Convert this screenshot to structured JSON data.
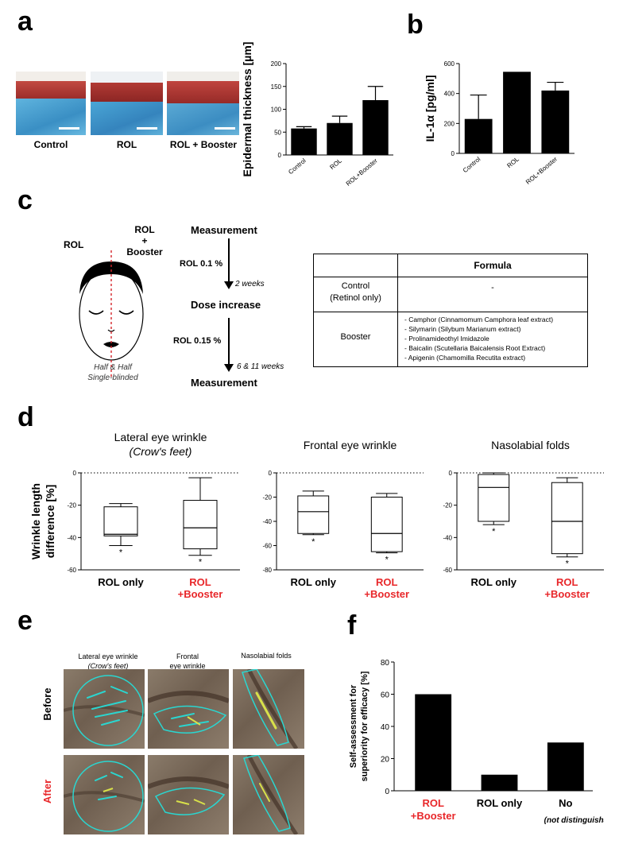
{
  "panels": {
    "a": "a",
    "b": "b",
    "c": "c",
    "d": "d",
    "e": "e",
    "f": "f"
  },
  "panel_a": {
    "image_labels": [
      "Control",
      "ROL",
      "ROL + Booster"
    ]
  },
  "colors": {
    "histo_red": "#a8322e",
    "histo_blue": "#3f9fcf",
    "bar": "#000000",
    "highlight_red": "#e8272a",
    "cyan_outline": "#2ad6d0"
  },
  "chart_data": [
    {
      "id": "epidermal-thickness",
      "type": "bar",
      "ylabel": "Epidermal thickness [µm]",
      "categories": [
        "Control",
        "ROL",
        "ROL+Booster"
      ],
      "values": [
        58,
        70,
        120
      ],
      "errors": [
        4,
        15,
        30
      ],
      "ylim": [
        0,
        200
      ],
      "yticks": [
        0,
        50,
        100,
        150,
        200
      ],
      "grid": false
    },
    {
      "id": "il1a",
      "type": "bar",
      "ylabel": "IL-1α [pg/ml]",
      "categories": [
        "Control",
        "ROL",
        "ROL+Booster"
      ],
      "values": [
        230,
        545,
        420
      ],
      "errors": [
        160,
        0,
        55
      ],
      "ylim": [
        0,
        600
      ],
      "yticks": [
        0,
        200,
        400,
        600
      ],
      "grid": false
    },
    {
      "id": "lateral-eye",
      "type": "box",
      "title": "Lateral eye wrinkle",
      "subtitle": "(Crow's feet)",
      "ylabel": "Wrinkle length difference [%]",
      "categories": [
        "ROL only",
        "ROL +Booster"
      ],
      "boxes": [
        {
          "min": -45,
          "q1": -39,
          "median": -38,
          "q3": -21,
          "max": -19
        },
        {
          "min": -51,
          "q1": -47,
          "median": -34,
          "q3": -17,
          "max": -3
        }
      ],
      "significance": [
        "*",
        "*"
      ],
      "ylim": [
        -60,
        0
      ],
      "yticks": [
        0,
        -20,
        -40,
        -60
      ]
    },
    {
      "id": "frontal-eye",
      "type": "box",
      "title": "Frontal eye wrinkle",
      "categories": [
        "ROL only",
        "ROL +Booster"
      ],
      "boxes": [
        {
          "min": -51,
          "q1": -50,
          "median": -32,
          "q3": -19,
          "max": -15
        },
        {
          "min": -66,
          "q1": -65,
          "median": -50,
          "q3": -20,
          "max": -17
        }
      ],
      "significance": [
        "*",
        "*"
      ],
      "ylim": [
        -80,
        0
      ],
      "yticks": [
        0,
        -20,
        -40,
        -60,
        -80
      ]
    },
    {
      "id": "nasolabial",
      "type": "box",
      "title": "Nasolabial folds",
      "categories": [
        "ROL only",
        "ROL +Booster"
      ],
      "boxes": [
        {
          "min": -32,
          "q1": -30,
          "median": -9,
          "q3": -1,
          "max": 0
        },
        {
          "min": -52,
          "q1": -50,
          "median": -30,
          "q3": -6,
          "max": -3
        }
      ],
      "significance": [
        "*",
        "*"
      ],
      "ylim": [
        -60,
        0
      ],
      "yticks": [
        0,
        -20,
        -40,
        -60
      ]
    },
    {
      "id": "self-assessment",
      "type": "bar",
      "ylabel": "Self-assessment for superiority for efficacy [%]",
      "categories": [
        "ROL +Booster",
        "ROL only",
        "No"
      ],
      "category_note": "(not distinguishable)",
      "values": [
        60,
        10,
        30
      ],
      "ylim": [
        0,
        80
      ],
      "yticks": [
        0,
        20,
        40,
        60,
        80
      ]
    }
  ],
  "panel_c": {
    "left_label": "ROL",
    "right_label_1": "ROL",
    "right_label_2": "+",
    "right_label_3": "Booster",
    "face_caption_1": "Half & Half",
    "face_caption_2": "Single-blinded",
    "step_measurement_1": "Measurement",
    "dose_1": "ROL 0.1 %",
    "interval_1": "2 weeks",
    "step_dose_increase": "Dose increase",
    "dose_2": "ROL 0.15 %",
    "interval_2": "6 & 11 weeks",
    "step_measurement_2": "Measurement",
    "table": {
      "header": "Formula",
      "row1_label_1": "Control",
      "row1_label_2": "(Retinol only)",
      "row1_value": "-",
      "row2_label": "Booster",
      "row2_items": [
        "- Camphor (Cinnamomum Camphora leaf extract)",
        "- Silymarin (Silybum Marianum extract)",
        "- Prolinamideothyl Imidazole",
        "- Baicalin (Scutellaria Baicalensis Root Extract)",
        "- Apigenin (Chamomilla Recutita extract)"
      ]
    }
  },
  "panel_e": {
    "col1_title_1": "Lateral eye wrinkle",
    "col1_title_2": "(Crow's  feet)",
    "col2_title_1": "Frontal",
    "col2_title_2": "eye wrinkle",
    "col3_title": "Nasolabial folds",
    "row_before": "Before",
    "row_after": "After"
  }
}
